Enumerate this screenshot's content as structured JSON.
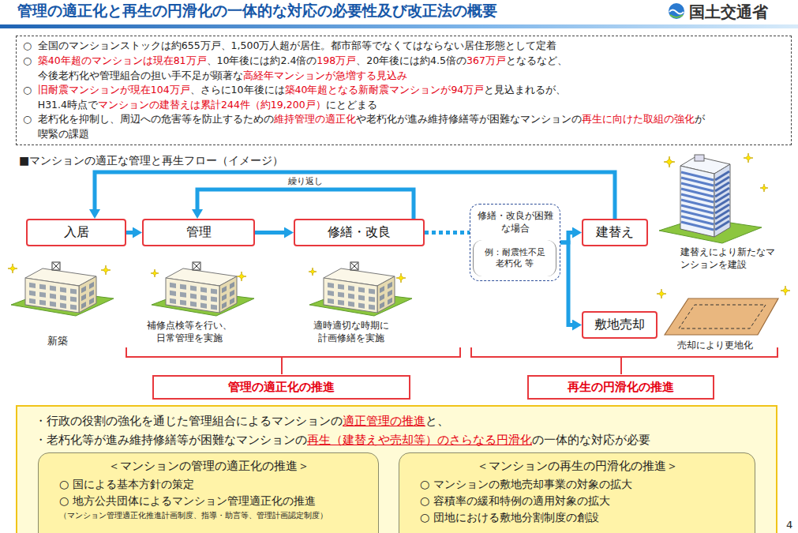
{
  "diagram": {
    "title": "管理の適正化と再生の円滑化の一体的な対応の必要性及び改正法の概要",
    "nodes": [
      {
        "text": [
          "○",
          "全国のマンションストックは約655万戸、1,500万人超が居住。都市部等でなくてはならない居住形態として定着",
          "○",
          "築40年超のマンションは現在81万戸",
          "、10年後には約2.4倍の",
          "198万戸",
          "、20年後には約4.5倍の",
          "367万戸",
          "となるなど、",
          "今後老朽化や管理組合の担い手不足が顕著な",
          "高経年マンションが急増する見込み",
          "○",
          "旧耐震マンションが現在104万戸",
          "、さらに10年後には",
          "築40年超となる新耐震マンションが94万戸",
          "と見込まれるが、",
          "H31.4時点で",
          "マンションの建替えは累計244件（約19,200戸）",
          "にとどまる",
          "○",
          "老朽化を抑制し、周辺への危害等を防止するための",
          "維持管理の適正化",
          "や老朽化が進み維持修繕等が困難なマンションの",
          "再生に向けた取組の強化",
          "が",
          "喫緊の課題"
        ]
      },
      {
        "text": [
          "入居"
        ]
      },
      {
        "text": [
          "管理"
        ]
      },
      {
        "text": [
          "修繕・改良"
        ]
      },
      {
        "text": [
          "修繕・改良が困難な場合"
        ]
      },
      {
        "text": [
          "例：耐震性不足 老朽化 等"
        ],
        "in": 4
      },
      {
        "text": [
          "建替え"
        ]
      },
      {
        "text": [
          "敷地売却"
        ]
      },
      {
        "text": [
          "管理の適正化の推進"
        ]
      },
      {
        "text": [
          "再生の円滑化の推進"
        ]
      },
      {
        "text": [
          "・行政の役割の強化を通じた管理組合によるマンションの",
          "適正管理の推進",
          "と、",
          "・老朽化等が進み維持修繕等が困難なマンションの",
          "再生（建替えや売却等）のさらなる円滑化",
          "の一体的な対応が必要"
        ]
      },
      {
        "text": [
          "＜マンションの管理の適正化の推進＞",
          "○ 国による基本方針の策定",
          "○ 地方公共団体によるマンション管理適正化の推進",
          "（マンション管理適正化推進計画制度、指導・助言等、管理計画認定制度）"
        ],
        "in": 10
      },
      {
        "text": [
          "＜マンションの再生の円滑化の推進＞",
          "○ マンションの敷地売却事業の対象の拡大",
          "○ 容積率の緩和特例の適用対象の拡大",
          "○ 団地における敷地分割制度の創設"
        ],
        "in": 10
      }
    ],
    "edges": [
      {
        "from": 1,
        "to": 2,
        "arrow": "to"
      },
      {
        "from": 2,
        "to": 3,
        "arrow": "to"
      },
      {
        "from": 3,
        "to": 2,
        "arrow": "to",
        "label": "繰り返し"
      },
      {
        "from": 3,
        "to": 4,
        "arrow": "none"
      },
      {
        "from": 4,
        "to": 6,
        "arrow": "to"
      },
      {
        "from": 4,
        "to": 7,
        "arrow": "to"
      },
      {
        "from": 6,
        "to": 1,
        "arrow": "to"
      }
    ],
    "labels": [
      "国土交通省",
      "■マンションの適正な管理と再生フロー（イメージ）",
      "新築",
      "補修点検等を行い、日常管理を実施",
      "適時適切な時期に計画修繕を実施",
      "建替えにより新たなマンションを建設",
      "売却により更地化",
      "4"
    ]
  }
}
